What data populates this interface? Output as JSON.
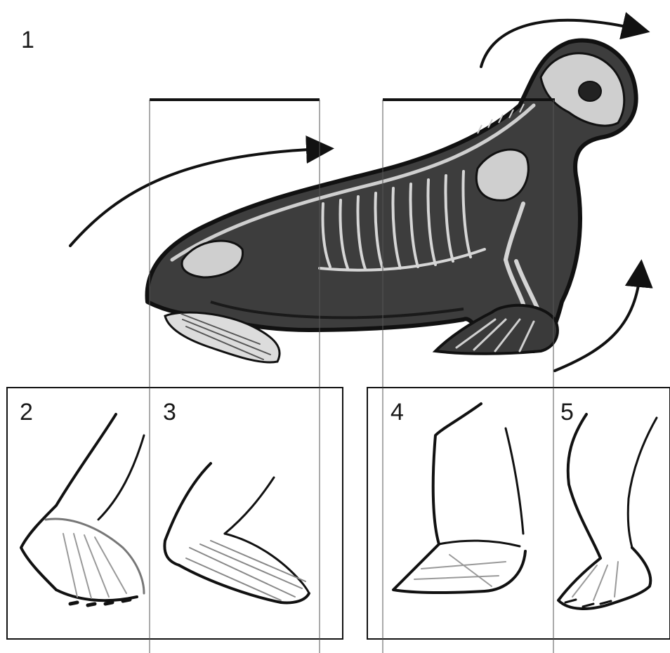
{
  "labels": {
    "main": "1",
    "hind_flipper_closed": "2",
    "hind_flipper_open": "3",
    "fore_flipper_raised": "4",
    "fore_flipper_flat": "5"
  },
  "figure": {
    "subject": "seal-anatomy-sketch",
    "palette": {
      "body_fill": "#3a3a3a",
      "bone": "#d0d0d0",
      "line": "#111111",
      "guide": "#555555"
    }
  }
}
